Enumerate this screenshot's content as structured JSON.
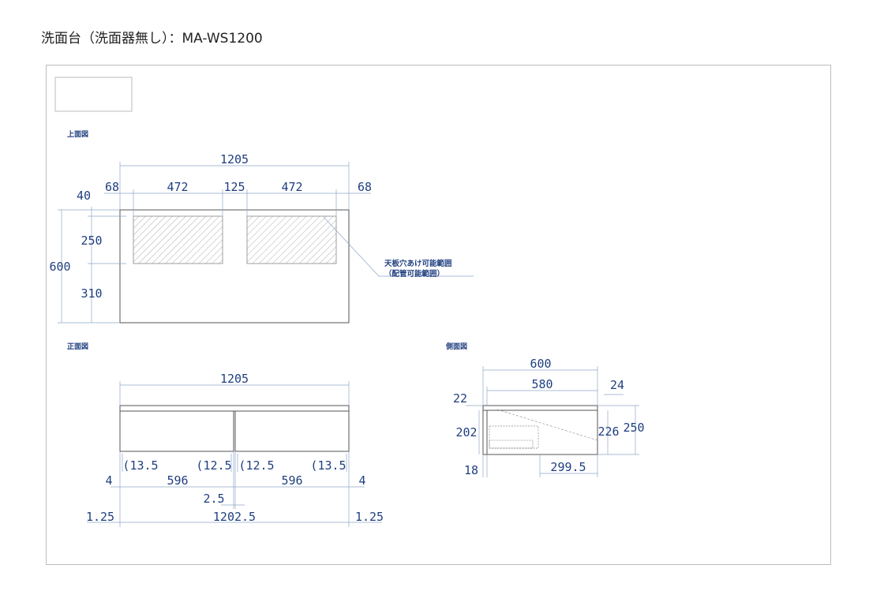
{
  "title": "洗面台（洗面器無し）：MA-WS1200",
  "views": {
    "top": "上面図",
    "front": "正面図",
    "side": "側面図"
  },
  "note": {
    "line1": "天板穴あけ可能範囲",
    "line2": "（配管可能範囲）"
  },
  "top_view": {
    "overall_width": "1205",
    "left_margin": "68",
    "hole1": "472",
    "gap": "125",
    "hole2": "472",
    "right_margin": "68",
    "top_offset": "40",
    "hole_depth": "250",
    "total_depth": "600",
    "bottom_depth": "310"
  },
  "front_view": {
    "overall_width": "1205",
    "d1": "(13.5",
    "d2": "(12.5",
    "d3": "(12.5",
    "d4": "(13.5",
    "left_gap": "4",
    "drawer1": "596",
    "drawer2": "596",
    "right_gap": "4",
    "center_gap": "2.5",
    "left_edge": "1.25",
    "base_width": "1202.5",
    "right_edge": "1.25"
  },
  "side_view": {
    "overall_depth": "600",
    "inner_depth": "580",
    "top_thickness": "22",
    "right_offset": "24",
    "inner_height": "202",
    "cabinet_height": "226",
    "total_height": "250",
    "bottom_offset": "18",
    "drawer_depth": "299.5"
  }
}
